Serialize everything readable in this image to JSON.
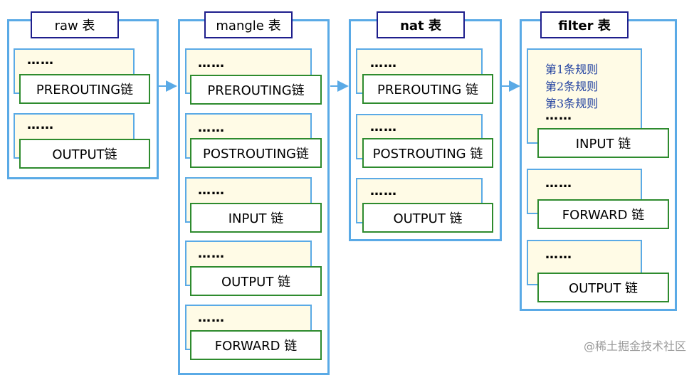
{
  "tables": [
    {
      "id": "raw",
      "label": "raw 表",
      "chains": [
        {
          "dots": "……",
          "label": "PREROUTING链"
        },
        {
          "dots": "……",
          "label": "OUTPUT链"
        }
      ]
    },
    {
      "id": "mangle",
      "label": "mangle 表",
      "chains": [
        {
          "dots": "……",
          "label": "PREROUTING链"
        },
        {
          "dots": "……",
          "label": "POSTROUTING链"
        },
        {
          "dots": "……",
          "label": "INPUT 链"
        },
        {
          "dots": "……",
          "label": "OUTPUT 链"
        },
        {
          "dots": "……",
          "label": "FORWARD 链"
        }
      ]
    },
    {
      "id": "nat",
      "label": "nat 表",
      "chains": [
        {
          "dots": "……",
          "label": "PREROUTING 链"
        },
        {
          "dots": "……",
          "label": "POSTROUTING 链"
        },
        {
          "dots": "……",
          "label": "OUTPUT 链"
        }
      ]
    },
    {
      "id": "filter",
      "label": "filter 表",
      "rules": [
        "第1条规则",
        "第2条规则",
        "第3条规则"
      ],
      "chains": [
        {
          "dots": "……",
          "label": "INPUT 链"
        },
        {
          "dots": "……",
          "label": "FORWARD 链"
        },
        {
          "dots": "……",
          "label": "OUTPUT 链"
        }
      ]
    }
  ],
  "watermark": "@稀土掘金技术社区",
  "colors": {
    "table_border": "#5aaae6",
    "label_border": "#1e1e8c",
    "chain_border": "#2e8b2e",
    "card_fill": "#fffbe6",
    "rule_text": "#1f3f9f",
    "arrow": "#5aaae6"
  }
}
